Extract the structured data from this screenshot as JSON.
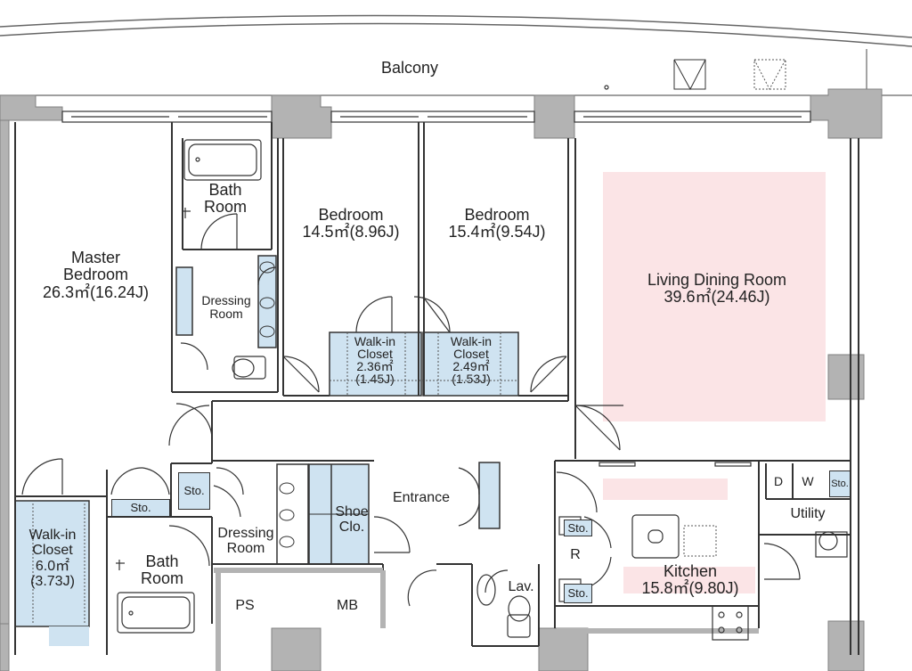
{
  "rooms": {
    "balcony": "Balcony",
    "master_bedroom": {
      "name_1": "Master",
      "name_2": "Bedroom",
      "area": "26.3㎡(16.24J)"
    },
    "bath_top": {
      "name_1": "Bath",
      "name_2": "Room"
    },
    "dressing_top": {
      "name_1": "Dressing",
      "name_2": "Room"
    },
    "bedroom_1": {
      "name": "Bedroom",
      "area": "14.5㎡(8.96J)"
    },
    "bedroom_2": {
      "name": "Bedroom",
      "area": "15.4㎡(9.54J)"
    },
    "walkin_1": {
      "name_1": "Walk-in",
      "name_2": "Closet",
      "area_1": "2.36㎡",
      "area_2": "(1.45J)"
    },
    "walkin_2": {
      "name_1": "Walk-in",
      "name_2": "Closet",
      "area_1": "2.49㎡",
      "area_2": "(1.53J)"
    },
    "living": {
      "name": "Living Dining Room",
      "area": "39.6㎡(24.46J)"
    },
    "walkin_master": {
      "name_1": "Walk-in",
      "name_2": "Closet",
      "area_1": "6.0㎡",
      "area_2": "(3.73J)"
    },
    "sto_1": "Sto.",
    "sto_2": "Sto.",
    "sto_3": "Sto.",
    "sto_4": "Sto.",
    "sto_5": "Sto.",
    "bath_bottom": {
      "name_1": "Bath",
      "name_2": "Room"
    },
    "dressing_bottom": {
      "name_1": "Dressing",
      "name_2": "Room"
    },
    "shoe": {
      "name_1": "Shoe",
      "name_2": "Clo."
    },
    "entrance": "Entrance",
    "ps": "PS",
    "mb": "MB",
    "lav": "Lav.",
    "refrigerator": "R",
    "kitchen": {
      "name": "Kitchen",
      "area": "15.8㎡(9.80J)"
    },
    "utility": "Utility",
    "dryer": "D",
    "washer": "W"
  },
  "colors": {
    "wall": "#b3b3b3",
    "wall_stroke": "#808080",
    "closet_blue": "#cfe3f1",
    "living_pink": "#fbe4e6",
    "line": "#333333"
  }
}
